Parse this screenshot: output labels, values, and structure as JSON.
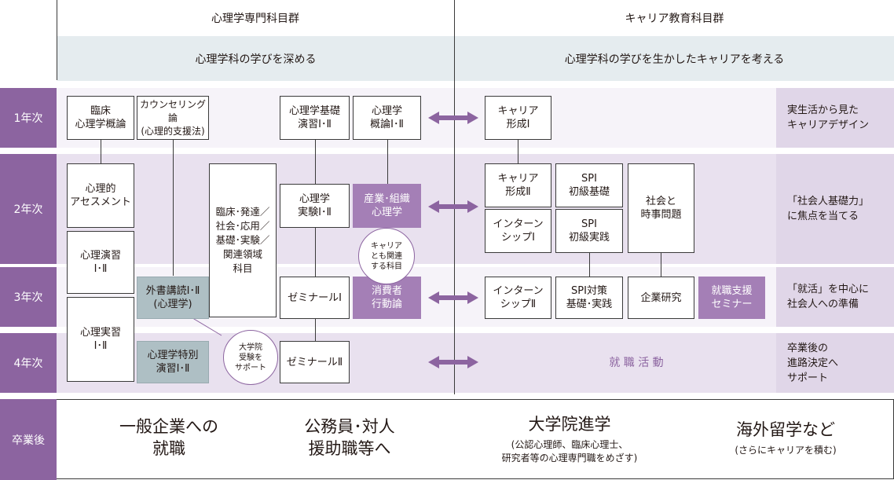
{
  "header": {
    "left": "心理学専門科目群",
    "right": "キャリア教育科目群"
  },
  "subheader": {
    "left": "心理学科の学びを深める",
    "right": "心理学科の学びを生かしたキャリアを考える"
  },
  "years": {
    "y1": "1年次",
    "y2": "2年次",
    "y3": "3年次",
    "y4": "4年次",
    "grad": "卒業後"
  },
  "courses": {
    "rinsho_gairon": "臨床\n心理学概論",
    "counseling": "カウンセリング論\n(心理的支援法)",
    "kiso_enshu": "心理学基礎\n演習Ⅰ･Ⅱ",
    "gairon": "心理学\n概論Ⅰ･Ⅱ",
    "assessment": "心理的\nアセスメント",
    "enshu": "心理演習\nⅠ･Ⅱ",
    "jisshu": "心理実習\nⅠ･Ⅱ",
    "related": "臨床･発達／\n社会･応用／\n基礎･実験／\n関連領域\n科目",
    "jikken": "心理学\n実験Ⅰ･Ⅱ",
    "sangyo": "産業･組織\n心理学",
    "gaisho": "外書講読Ⅰ･Ⅱ\n(心理学)",
    "seminar1": "ゼミナールⅠ",
    "shohisha": "消費者\n行動論",
    "tokubetsu": "心理学特別\n演習Ⅰ･Ⅱ",
    "seminar2": "ゼミナールⅡ",
    "career1": "キャリア\n形成Ⅰ",
    "career2": "キャリア\n形成Ⅱ",
    "spi_kiso": "SPI\n初級基礎",
    "shakai": "社会と\n時事問題",
    "intern1": "インターン\nシップⅠ",
    "spi_jissen": "SPI\n初級実践",
    "intern2": "インターン\nシップⅡ",
    "spi_taisaku": "SPI対策\n基礎･実践",
    "kigyo": "企業研究",
    "shushoku_seminar": "就職支援\nセミナー",
    "shushoku_katsudo": "就 職 活 動"
  },
  "circles": {
    "career_related": "キャリア\nとも関連\nする科目",
    "daigakuin_support": "大学院\n受験を\nサポート"
  },
  "notes": {
    "n1": "実生活から見た\nキャリアデザイン",
    "n2": "「社会人基礎力」\nに焦点を当てる",
    "n3": "「就活」を中心に\n社会人への準備",
    "n4": "卒業後の\n進路決定へ\nサポート"
  },
  "paths": {
    "p1": "一般企業への\n就職",
    "p2": "公務員･対人\n援助職等へ",
    "p3": "大学院進学",
    "p3_sub": "(公認心理師、臨床心理士、\n研究者等の心理専門職をめざす)",
    "p4": "海外留学など",
    "p4_sub": "(さらにキャリアを積む)"
  },
  "colors": {
    "purple": "#8c64a0",
    "light_purple": "#a47fb6",
    "gray_box": "#aebfc4"
  }
}
